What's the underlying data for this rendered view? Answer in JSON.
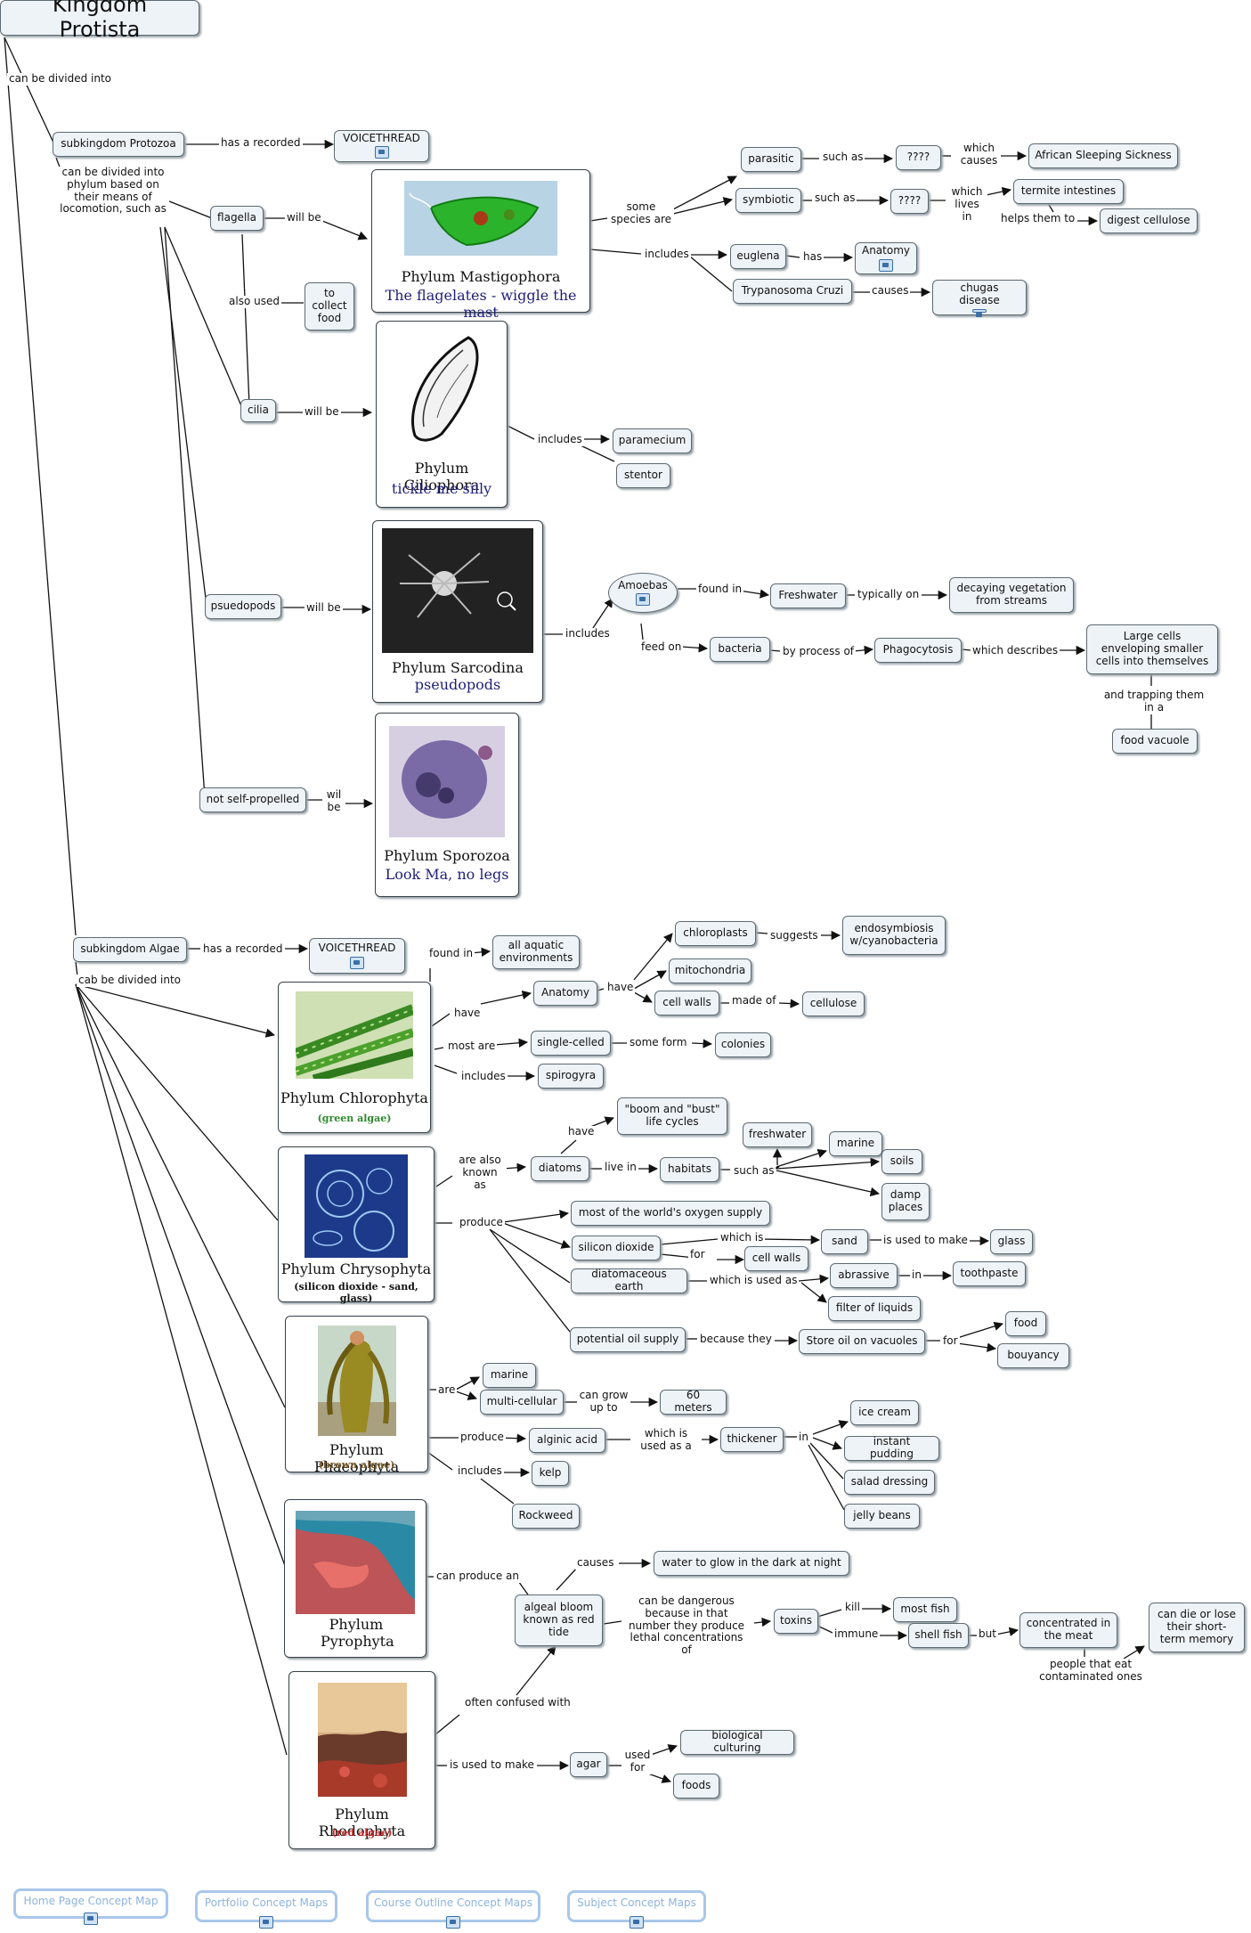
{
  "title": "Kingdom Protista",
  "nodes": {
    "protozoa": "subkingdom Protozoa",
    "voicethread1": "VOICETHREAD",
    "flagella": "flagella",
    "to_collect_food": "to collect food",
    "cilia": "cilia",
    "pseudopods": "psuedopods",
    "not_self_propelled": "not self-propelled",
    "parasitic": "parasitic",
    "q1": "????",
    "african_sleeping": "African Sleeping Sickness",
    "symbiotic": "symbiotic",
    "q2": "????",
    "termite_intestines": "termite intestines",
    "digest_cellulose": "digest cellulose",
    "euglena": "euglena",
    "anatomy1": "Anatomy",
    "trypanosoma": "Trypanosoma Cruzi",
    "chugas": "chugas disease",
    "paramecium": "paramecium",
    "stentor": "stentor",
    "amoebas": "Amoebas",
    "freshwater1": "Freshwater",
    "decaying_veg": "decaying vegetation from streams",
    "bacteria": "bacteria",
    "phagocytosis": "Phagocytosis",
    "large_cells": "Large cells enveloping smaller cells into themselves",
    "food_vacuole": "food vacuole",
    "algae": "subkingdom Algae",
    "voicethread2": "VOICETHREAD",
    "all_aquatic": "all aquatic environments",
    "anatomy2": "Anatomy",
    "chloroplasts": "chloroplasts",
    "endosymbiosis": "endosymbiosis w/cyanobacteria",
    "mitochondria": "mitochondria",
    "cell_walls1": "cell walls",
    "cellulose": "cellulose",
    "single_celled": "single-celled",
    "colonies": "colonies",
    "spirogyra": "spirogyra",
    "boom_bust": "\"boom and \"bust\" life cycles",
    "diatoms": "diatoms",
    "habitats": "habitats",
    "freshwater2": "freshwater",
    "marine1": "marine",
    "soils": "soils",
    "damp_places": "damp places",
    "oxygen_supply": "most of the world's oxygen supply",
    "silicon_dioxide": "silicon dioxide",
    "sand": "sand",
    "glass": "glass",
    "cell_walls2": "cell walls",
    "diatomaceous": "diatomaceous earth",
    "abrassive": "abrassive",
    "toothpaste": "toothpaste",
    "filter_liquids": "filter of liquids",
    "potential_oil": "potential oil supply",
    "store_oil": "Store oil on vacuoles",
    "food1": "food",
    "bouyancy": "bouyancy",
    "marine2": "marine",
    "multi_cellular": "multi-cellular",
    "sixty_meters": "60 meters",
    "alginic_acid": "alginic acid",
    "thickener": "thickener",
    "ice_cream": "ice cream",
    "instant_pudding": "instant pudding",
    "salad_dressing": "salad dressing",
    "jelly_beans": "jelly beans",
    "kelp": "kelp",
    "rockweed": "Rockweed",
    "algeal_bloom": "algeal bloom known as red tide",
    "water_glow": "water to glow in the dark at night",
    "toxins": "toxins",
    "most_fish": "most fish",
    "shell_fish": "shell fish",
    "concentrated": "concentrated in the meat",
    "can_die": "can die or lose their short-term memory",
    "agar": "agar",
    "bio_culturing": "biological culturing",
    "foods": "foods"
  },
  "phyla": {
    "mastigophora": {
      "name": "Phylum Mastigophora",
      "tag": "The flagelates - wiggle the mast"
    },
    "ciliophora": {
      "name": "Phylum Ciliophora",
      "tag": "tickle me silly"
    },
    "sarcodina": {
      "name": "Phylum Sarcodina",
      "tag": "pseudopods"
    },
    "sporozoa": {
      "name": "Phylum Sporozoa",
      "tag": "Look Ma, no legs"
    },
    "chlorophyta": {
      "name": "Phylum Chlorophyta",
      "tag": "(green algae)"
    },
    "chrysophyta": {
      "name": "Phylum Chrysophyta",
      "tag": "(silicon dioxide - sand, glass)"
    },
    "phaeophyta": {
      "name": "Phylum Phaeophyta",
      "tag": "(brown algae)"
    },
    "pyrophyta": {
      "name": "Phylum Pyrophyta",
      "tag": ""
    },
    "rhodophyta": {
      "name": "Phylum Rhodophyta",
      "tag": "(red algae)"
    }
  },
  "labels": {
    "can_be_divided_into": "can be divided into",
    "has_recorded1": "has a recorded",
    "divided_phylum": "can be divided into phylum based on their means of locomotion, such as",
    "will_be1": "will be",
    "also_used": "also used",
    "will_be2": "will be",
    "will_be3": "will be",
    "wil_be": "wil be",
    "some_species": "some species are",
    "such_as1": "such as",
    "which_causes": "which causes",
    "such_as2": "such as",
    "which_lives": "which lives in",
    "helps_them": "helps them to",
    "includes1": "includes",
    "has": "has",
    "causes1": "causes",
    "includes2": "includes",
    "includes3": "includes",
    "found_in1": "found in",
    "typically_on": "typically on",
    "feed_on": "feed on",
    "by_process": "by process of",
    "which_describes": "which describes",
    "trapping": "and trapping them in a",
    "has_recorded2": "has a recorded",
    "cab_divided": "cab be divided into",
    "found_in2": "found in",
    "have1": "have",
    "have2": "have",
    "suggests": "suggests",
    "made_of": "made of",
    "most_are": "most are",
    "some_form": "some form",
    "includes4": "includes",
    "have3": "have",
    "are_also": "are also known as",
    "live_in": "live in",
    "such_as3": "such as",
    "produce1": "produce",
    "which_is1": "which is",
    "used_to_make1": "is used to make",
    "for1": "for",
    "which_used_as": "which is used as",
    "in1": "in",
    "because_they": "because they",
    "for2": "for",
    "are": "are",
    "can_grow": "can grow up to",
    "produce2": "produce",
    "which_used_as2": "which is used as a",
    "in2": "in",
    "includes5": "includes",
    "can_produce": "can produce an",
    "causes2": "causes",
    "dangerous": "can be dangerous because in that number they produce lethal concentrations of",
    "kill": "kill",
    "immune": "immune",
    "but": "but",
    "people_eat": "people that eat contaminated ones",
    "often_confused": "often confused with",
    "used_to_make2": "is used to make",
    "used_for": "used for"
  },
  "nav": {
    "home": "Home Page Concept Map",
    "portfolio": "Portfolio Concept Maps",
    "course": "Course Outline Concept Maps",
    "subject": "Subject Concept Maps"
  }
}
